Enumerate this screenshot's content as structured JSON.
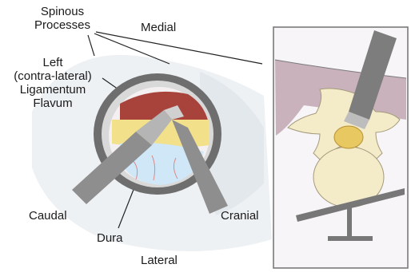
{
  "labels": {
    "spinous_processes": [
      "Spinous",
      "Processes"
    ],
    "medial": "Medial",
    "ligamentum": [
      "Left",
      "(contra-lateral)",
      "Ligamentum",
      "Flavum"
    ],
    "caudal": "Caudal",
    "cranial": "Cranial",
    "dura": "Dura",
    "lateral": "Lateral"
  },
  "colors": {
    "label_text": "#1a1a1a",
    "leader_line": "#222222",
    "background_haze": "#eef1f4",
    "portal_rim": "#6e6e6e",
    "ligamentum_yellow": "#f2e08a",
    "dura_blue": "#cfe7f7",
    "tissue_red": "#a8433c",
    "instrument_gray": "#8e8e8e",
    "inset_border": "#7a7a7a",
    "inset_background": "#f7f5f8",
    "vertebra_beige": "#f4ebc9",
    "soft_tissue_mauve": "#c9b2bc",
    "bone_graft_yellow": "#e8c860"
  },
  "icons": [
    "endoscope-instrument-icon",
    "table-stand-icon"
  ]
}
